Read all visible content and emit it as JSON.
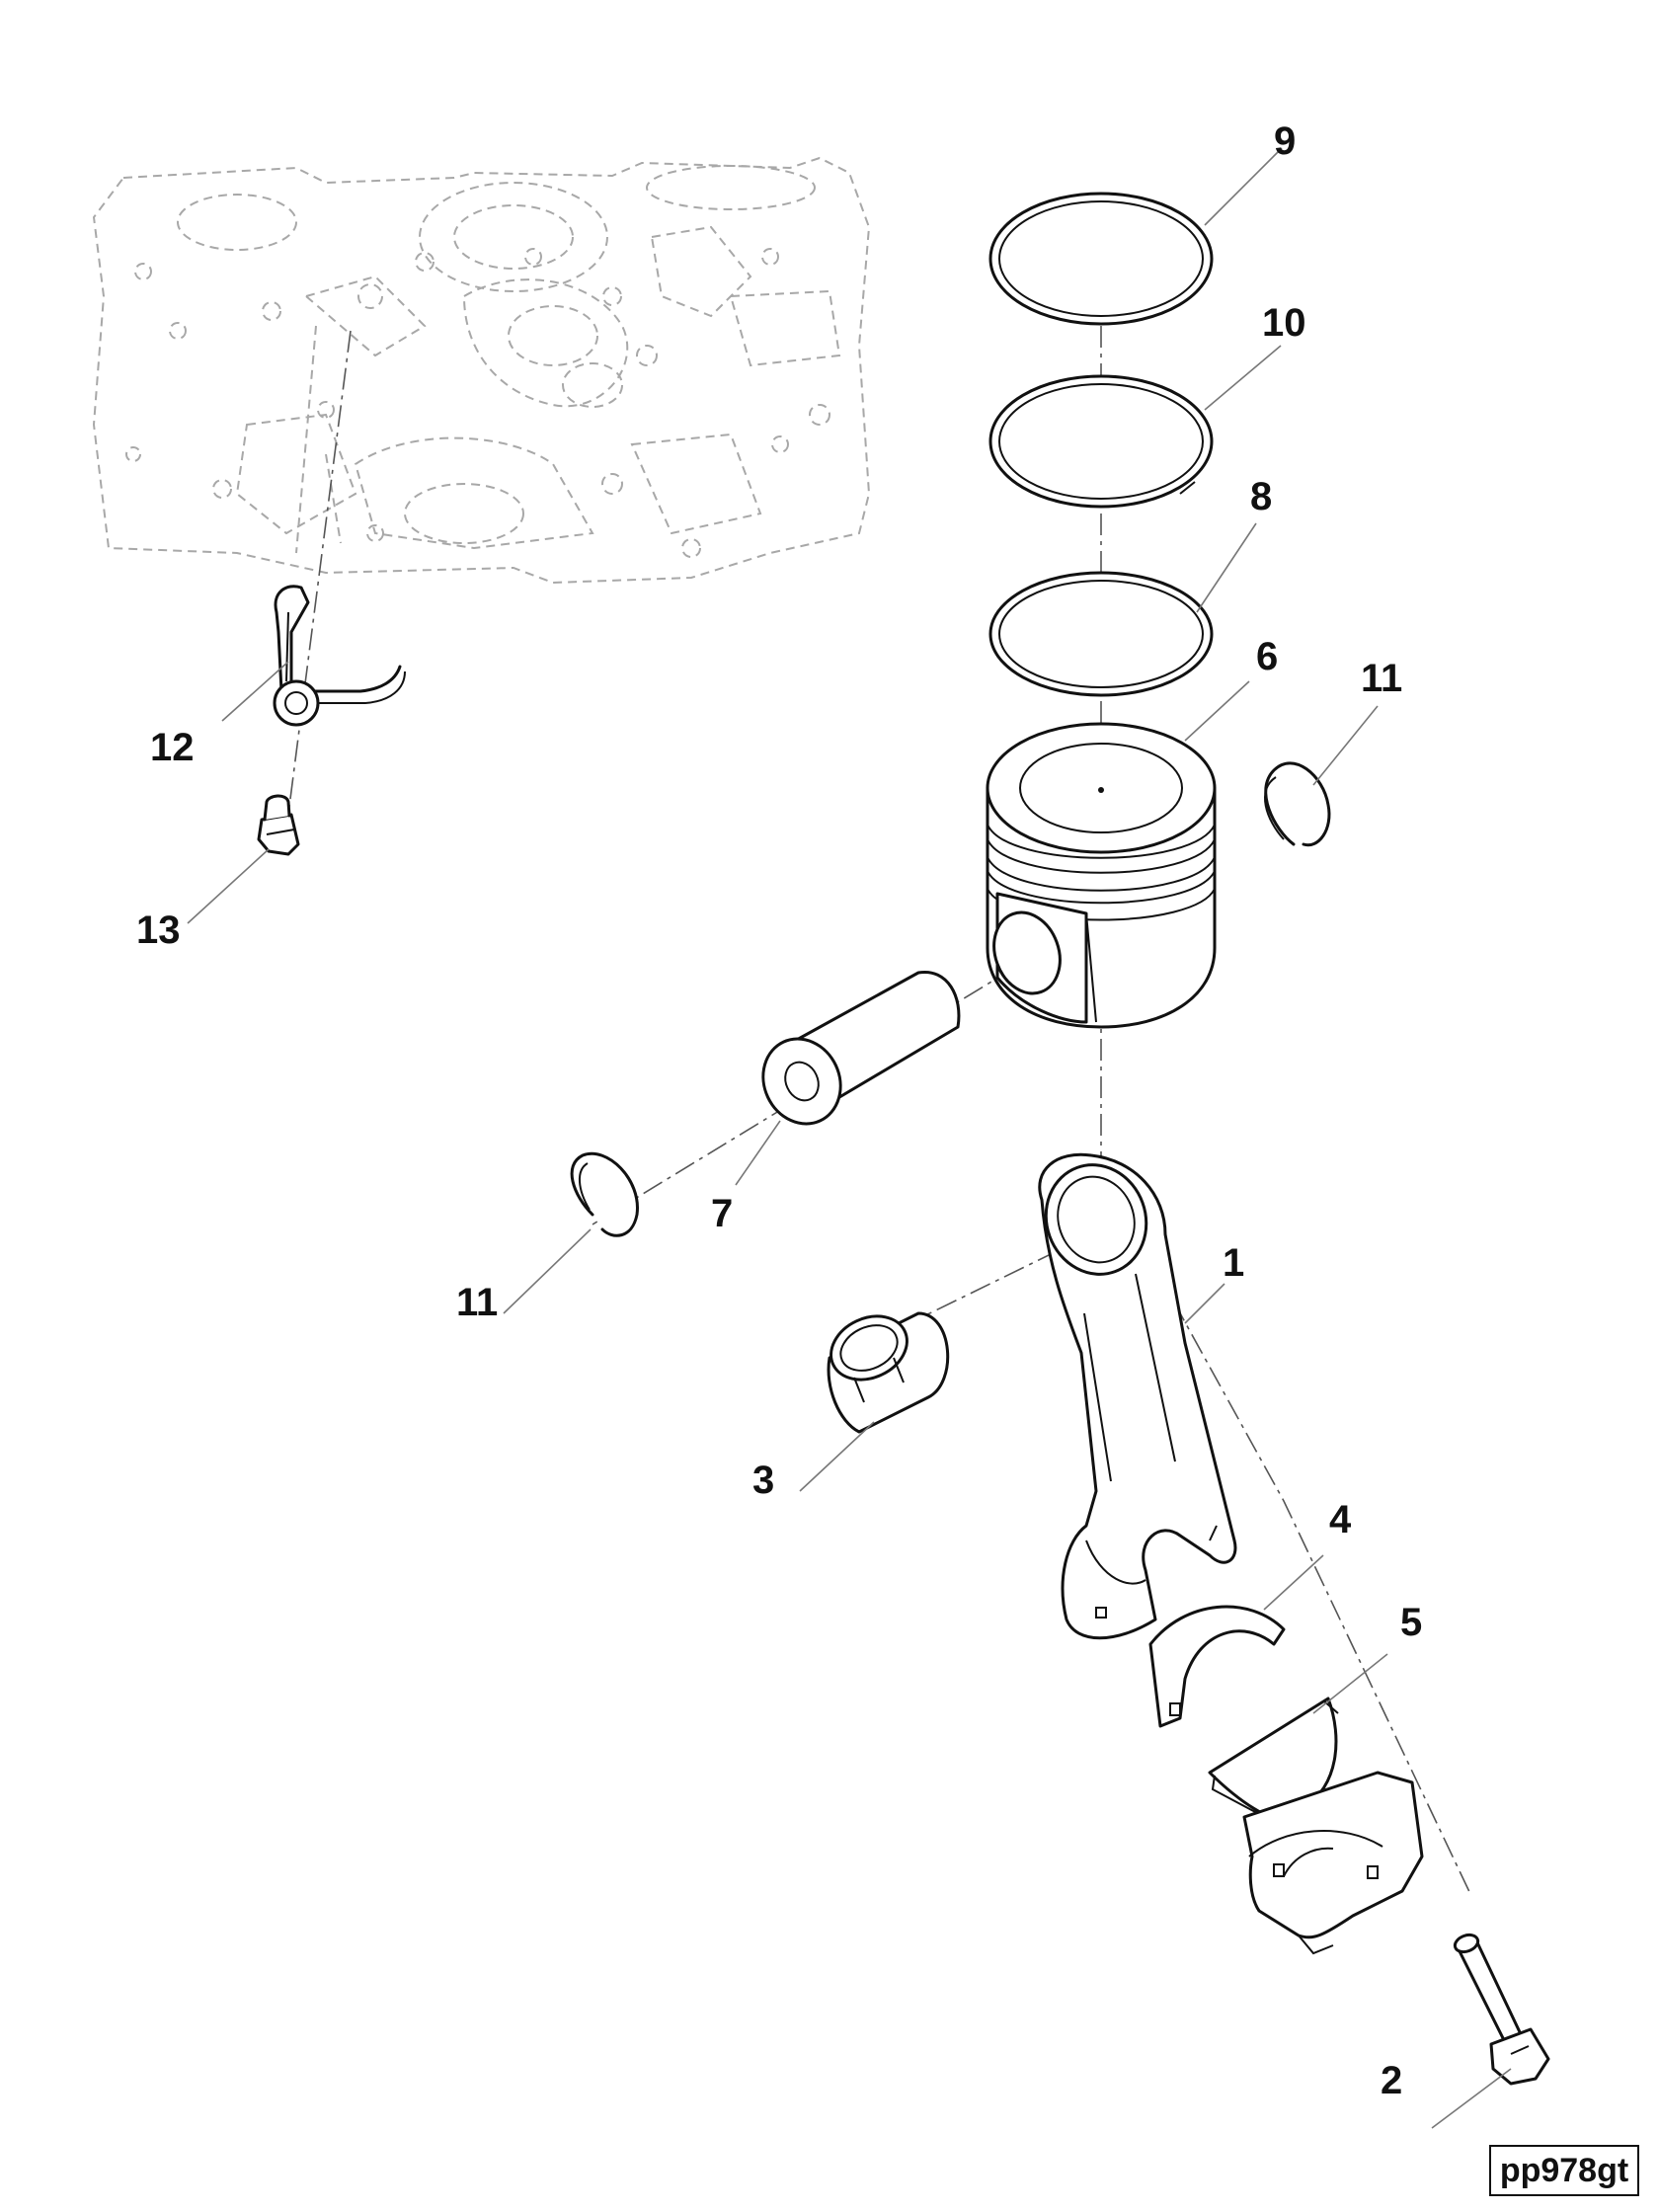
{
  "diagram": {
    "callouts": {
      "c1": "1",
      "c2": "2",
      "c3": "3",
      "c4": "4",
      "c5": "5",
      "c6": "6",
      "c7": "7",
      "c8": "8",
      "c9": "9",
      "c10": "10",
      "c11a": "11",
      "c11b": "11",
      "c12": "12",
      "c13": "13"
    },
    "reference_code": "pp978gt"
  },
  "colors": {
    "line": "#111111",
    "ghost": "#a8a8a8",
    "background": "#ffffff"
  }
}
